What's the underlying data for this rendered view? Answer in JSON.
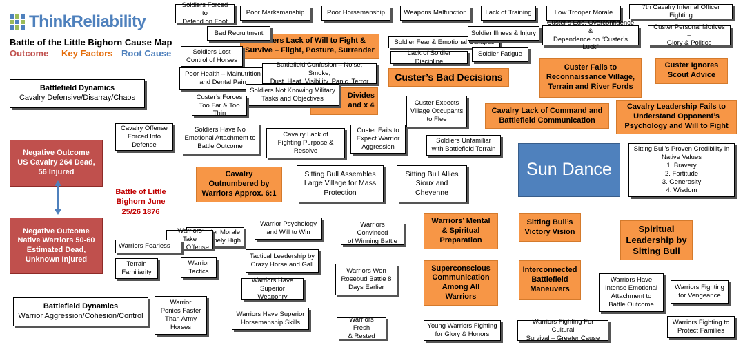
{
  "header": {
    "logo_text": "ThinkReliability",
    "title": "Battle of the Little Bighorn Cause Map",
    "legend": {
      "outcome": "Outcome",
      "key_factors": "Key Factors",
      "root_cause": "Root Cause"
    },
    "colors": {
      "outcome": "#c0504d",
      "key_factors": "#e46c0a",
      "root_cause": "#4f81bd",
      "logo_text": "#4f81bd",
      "logo_grid": [
        "#4f81bd",
        "#9bbb59",
        "#4f81bd",
        "#9bbb59",
        "#4f81bd",
        "#9bbb59",
        "#4f81bd",
        "#9bbb59",
        "#4f81bd"
      ]
    }
  },
  "battle_date": "Battle of Little\nBighorn June\n25/26 1876",
  "outcomes": {
    "us": "Negative Outcome\nUS Cavalry 264 Dead,\n56 Injured",
    "native": "Negative Outcome\nNative Warriors 50-60\nEstimated Dead,\nUnknown Injured"
  },
  "dynamics": {
    "cavalry_title": "Battlefield Dynamics",
    "cavalry_sub": "Cavalry Defensive/Disarray/Chaos",
    "warrior_title": "Battlefield Dynamics",
    "warrior_sub": "Warrior Aggression/Cohesion/Control"
  },
  "root_cause": "Sun Dance",
  "key_factors": {
    "lack_of_will": "Soldiers Lack of Will to Fight &\nSurvive – Flight, Posture, Surrender",
    "custers_bad": "Custer’s Bad Decisions",
    "fails_recon": "Custer Fails to\nReconnaissance Village,\nTerrain and River Fords",
    "ignores_scout": "Custer Ignores\nScout Advice",
    "divides": "Divides\nand x 4",
    "lack_command": "Cavalry Lack of Command and\nBattlefield Communication",
    "leadership_fails": "Cavalry Leadership Fails to\nUnderstand Opponent’s\nPsychology and Will to Fight",
    "outnumbered": "Cavalry\nOutnumbered by\nWarriors Approx. 6:1",
    "mental_prep": "Warriors’ Mental\n& Spiritual\nPreparation",
    "victory_vision": "Sitting Bull’s\nVictory Vision",
    "spiritual_leadership": "Spiritual\nLeadership by\nSitting Bull",
    "superconscious": "Superconscious\nCommunication\nAmong All\nWarriors",
    "interconnected": "Interconnected\nBattlefield\nManeuvers"
  },
  "causes": {
    "forced_foot": "Soldiers Forced to\nDefend on Foot",
    "poor_marks": "Poor Marksmanship",
    "poor_horse": "Poor Horsemanship",
    "weapons": "Weapons Malfunction",
    "lack_training": "Lack of Training",
    "low_morale": "Low Trooper Morale",
    "infighting": "7th Cavalry Internal Officer Fighting",
    "bad_recruit": "Bad Recruitment",
    "fear_emotional": "Soldier Fear & Emotional Collapse",
    "illness": "Soldier Illness & Injury",
    "ego": "Custer’s Ego, Overconfidence &\nDependence on “Custer’s Luck”",
    "personal_motives": "Custer Personal Motives –\nGlory & Politics",
    "lost_control": "Soldiers Lost\nControl of Horses",
    "lack_discipline": "Lack of Soldier Discipline",
    "fatigue": "Soldier Fatigue",
    "poor_health": "Poor Health – Malnutrition\nand Dental Pain",
    "confusion": "Battlefield Confusion – Noise, Smoke,\nDust, Heat, Visibility, Panic, Terror",
    "not_knowing": "Soldiers Not Knowing Military\nTasks and Objectives",
    "forced_far": "Custer’s Forces\nToo Far & Too Thin",
    "expects_flee": "Custer Expects\nVillage Occupants\nto Flee",
    "offense_forced": "Cavalry Offense\nForced Into\nDefense",
    "no_attachment": "Soldiers Have No\nEmotional Attachment to\nBattle Outcome",
    "lack_purpose": "Cavalry Lack of\nFighting Purpose &\nResolve",
    "expect_aggression": "Custer Fails to\nExpect Warrior\nAggression",
    "unfamiliar": "Soldiers Unfamiliar\nwith Battlefield Terrain",
    "proven_cred": "Sitting Bull’s Proven Credibility in\nNative Values\n1. Bravery\n2. Fortitude\n3. Generosity\n4. Wisdom",
    "assembles": "Sitting Bull Assembles\nLarge Village for Mass\nProtection",
    "allies": "Sitting Bull Allies\nSioux and\nCheyenne",
    "warrior_psych": "Warrior Psychology\nand Will to Win",
    "warrior_morale": "Warrior Morale\nExtremely High",
    "take_offense": "Warriors Take\nTotal Offense",
    "fearless": "Warriors Fearless",
    "convinced": "Warriors Convinced\nof Winning Battle",
    "tactical": "Tactical Leadership by\nCrazy Horse and Gall",
    "terrain_fam": "Terrain\nFamiliarity",
    "warrior_tactics": "Warrior\nTactics",
    "weaponry": "Warriors Have\nSuperior Weaponry",
    "rosebud": "Warriors Won\nRosebud Battle 8\nDays Earlier",
    "intense_emotional": "Warriors Have\nIntense Emotional\nAttachment to\nBattle Outcome",
    "vengeance": "Warriors Fighting\nfor Vengeance",
    "ponies": "Warrior\nPonies Faster\nThan Army\nHorses",
    "horsemanship": "Warriors Have Superior\nHorsemanship Skills",
    "fresh": "Warriors Fresh\n& Rested",
    "young_glory": "Young Warriors Fighting\nfor Glory & Honors",
    "cultural": "Warriors Fighting For Cultural\nSurvival – Greater Cause",
    "protect_families": "Warriors Fighting to\nProtect Families"
  }
}
